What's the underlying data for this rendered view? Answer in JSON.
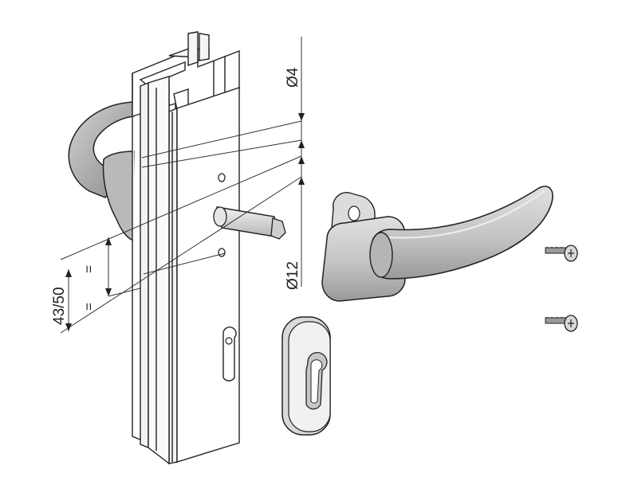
{
  "dimensions": {
    "screw_hole_diameter": "Ø4",
    "spindle_hole_diameter": "Ø12",
    "hole_spacing": "43/50",
    "equal_mark_upper": "=",
    "equal_mark_lower": "="
  },
  "colors": {
    "line": "#222222",
    "handle_fill": "#c9c9c9",
    "handle_shade": "#8f8f8f",
    "profile_fill": "#ffffff",
    "spindle_fill": "#d6d6d6"
  },
  "icons": [
    "screw-icon",
    "screw-icon",
    "cylinder-keyhole-icon",
    "cylinder-keyhole-icon"
  ]
}
